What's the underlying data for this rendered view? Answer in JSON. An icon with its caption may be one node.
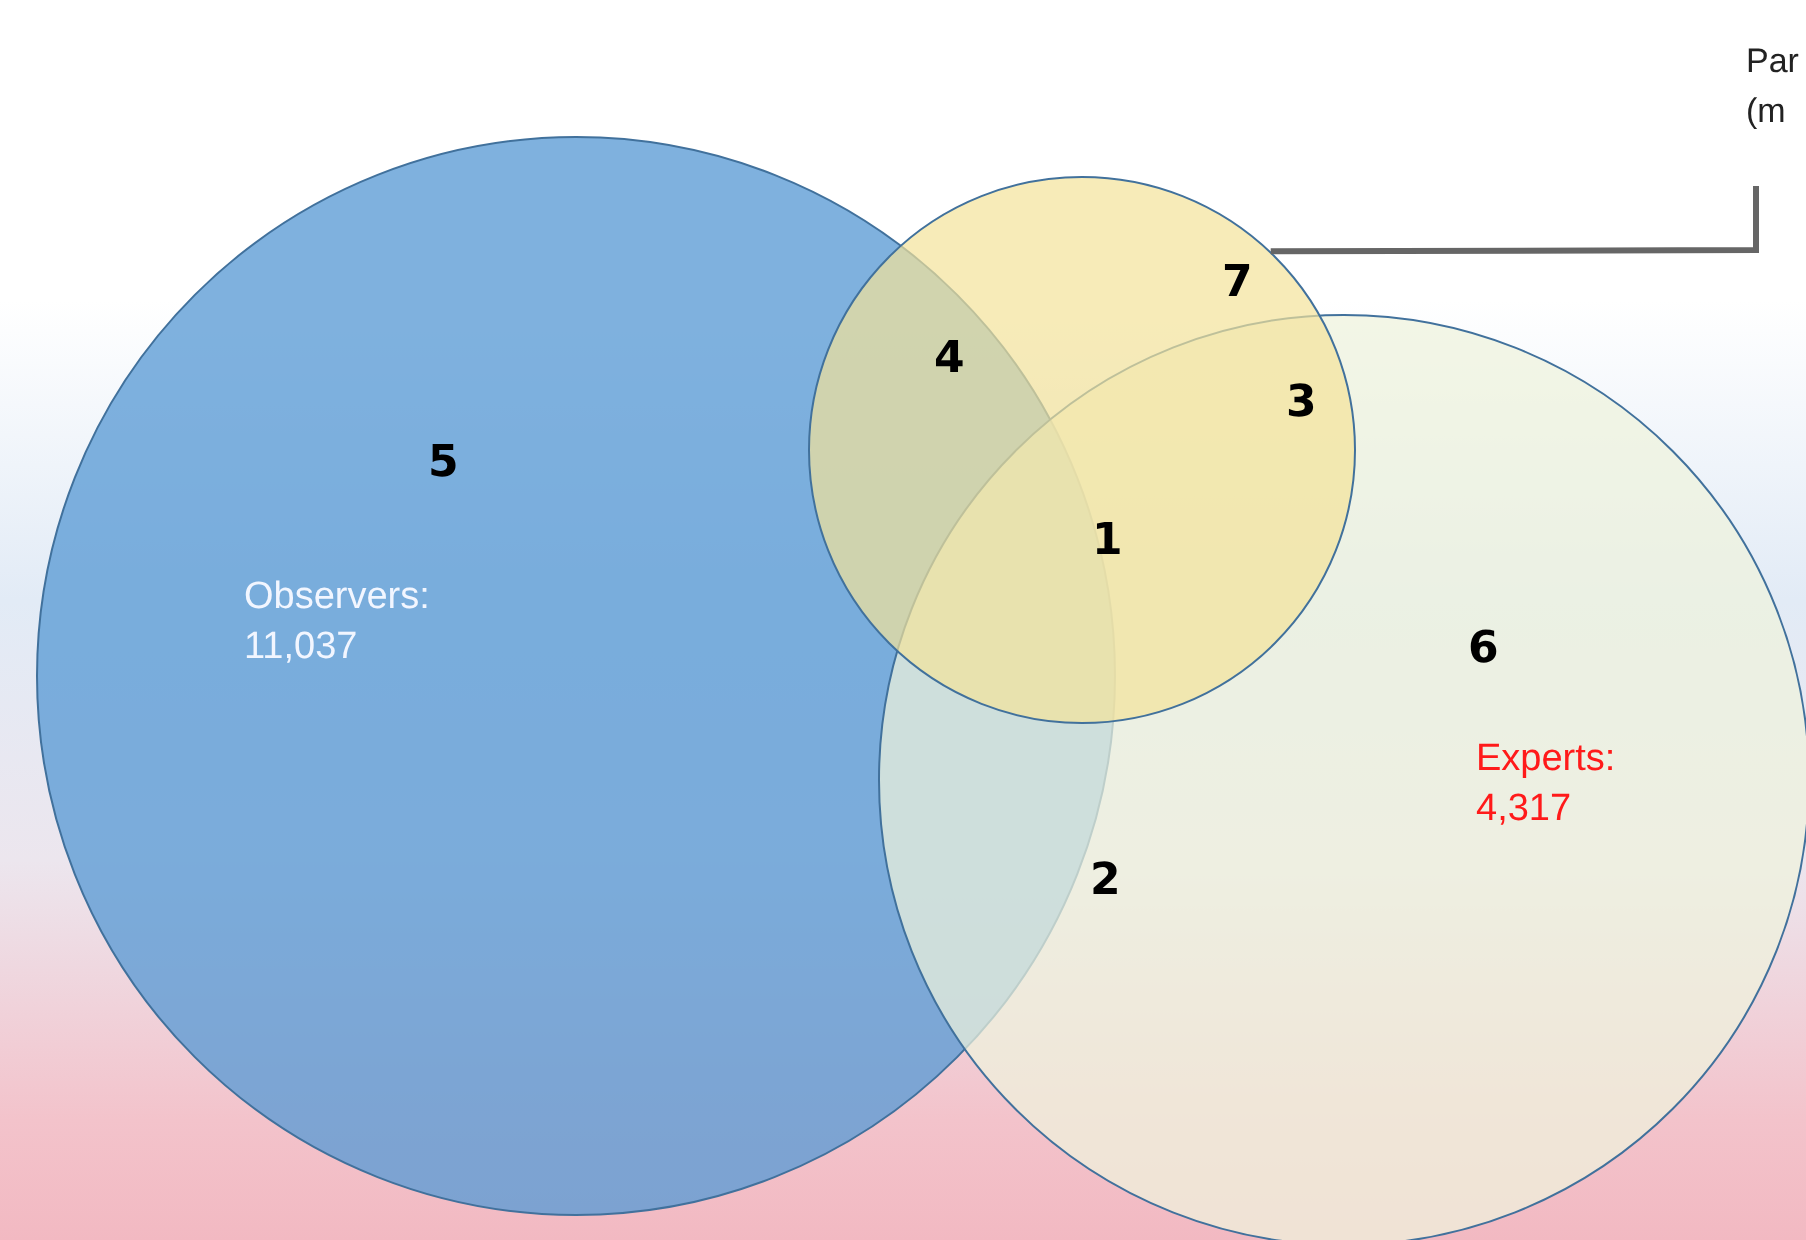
{
  "diagram": {
    "nodes": [
      {
        "text": [
          "Observers: 11,037"
        ]
      },
      {
        "text": [
          "Experts: 4,317"
        ]
      },
      {
        "text": [],
        "shape": "circle"
      },
      {
        "text": [
          "Par (m"
        ]
      }
    ],
    "edges": [
      {
        "from": 3,
        "to": 2,
        "arrow": "none"
      }
    ],
    "labels": [
      "7",
      "4",
      "3",
      "5",
      "1",
      "6",
      "2"
    ]
  }
}
